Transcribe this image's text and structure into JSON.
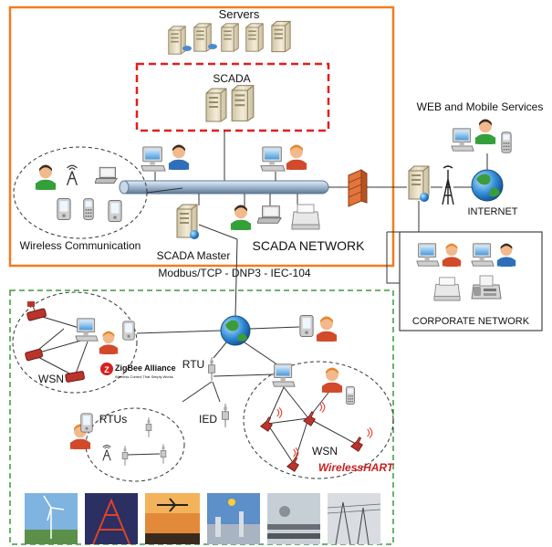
{
  "labels": {
    "servers": "Servers",
    "scada": "SCADA",
    "scada_master": "SCADA Master",
    "scada_network": "SCADA NETWORK",
    "wireless_communication": "Wireless Communication",
    "web_mobile": "WEB and Mobile Services",
    "internet": "INTERNET",
    "corporate_network": "CORPORATE NETWORK",
    "protocols": "Modbus/TCP - DNP3 - IEC-104",
    "rtu": "RTU",
    "rtus": "RTUs",
    "ied": "IED",
    "wsn_left": "WSN",
    "wsn_right": "WSN",
    "zigbee": "ZigBee Alliance",
    "zigbee_tagline": "Wireless Control That Simply Works",
    "wirelesshart": "WirelessHART"
  },
  "colors": {
    "scada_network_border": "#ef7d22",
    "scada_box_border": "#e21d1d",
    "field_border": "#3a9a3a",
    "backbone": "#a9c1da",
    "globe": "#2f8bd6",
    "land": "#3a9c3a",
    "server": "#e7ddc3",
    "firewall": "#e2753a",
    "sensor": "#b9342c"
  },
  "icons": {
    "server": "server-icon",
    "user": "user-icon",
    "workstation": "workstation-icon",
    "laptop": "laptop-icon",
    "printer": "printer-icon",
    "fax": "fax-icon",
    "firewall": "firewall-icon",
    "globe": "globe-icon",
    "antenna": "antenna-icon",
    "pda": "pda-icon",
    "phone": "mobile-phone-icon",
    "rtu": "rtu-icon",
    "sensor": "wireless-sensor-icon"
  },
  "photos": [
    "wind-turbine-photo",
    "transmission-tower-photo",
    "airport-photo",
    "refinery-photo",
    "pipeline-photo",
    "power-lines-photo"
  ]
}
